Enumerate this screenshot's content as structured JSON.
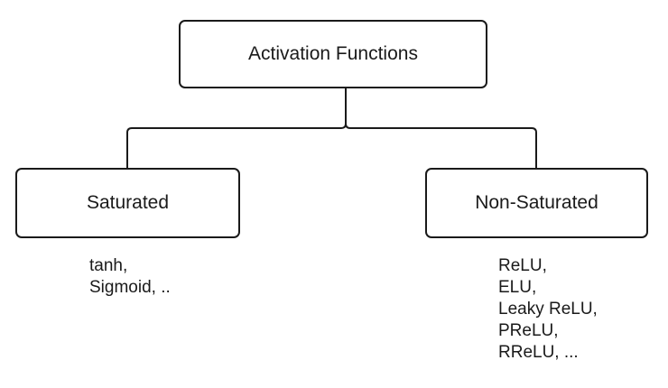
{
  "diagram": {
    "root": {
      "label": "Activation Functions"
    },
    "children": [
      {
        "label": "Saturated",
        "examples": [
          "tanh,",
          "Sigmoid, .."
        ]
      },
      {
        "label": "Non-Saturated",
        "examples": [
          "ReLU,",
          "ELU,",
          "Leaky ReLU,",
          "PReLU,",
          "RReLU, ..."
        ]
      }
    ]
  }
}
